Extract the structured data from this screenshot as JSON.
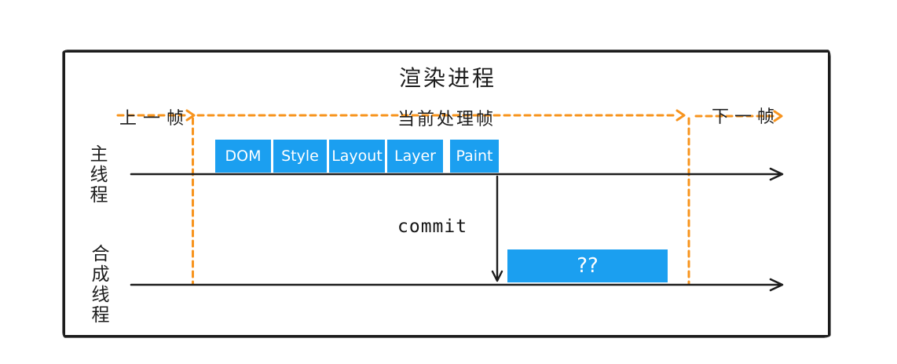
{
  "diagram": {
    "title": "渲染进程",
    "frame_markers": {
      "previous": "上一帧",
      "current": "当前处理帧",
      "next": "下一帧"
    },
    "threads": {
      "main": "主线程",
      "compositor": "合成线程"
    },
    "stages": [
      "DOM",
      "Style",
      "Layout",
      "Layer",
      "Paint"
    ],
    "commit_label": "commit",
    "compositor_task_label": "??",
    "colors": {
      "stage_blue": "#1b9ff0",
      "marker_orange": "#f7941e",
      "ink_black": "#1d1d1d"
    }
  }
}
